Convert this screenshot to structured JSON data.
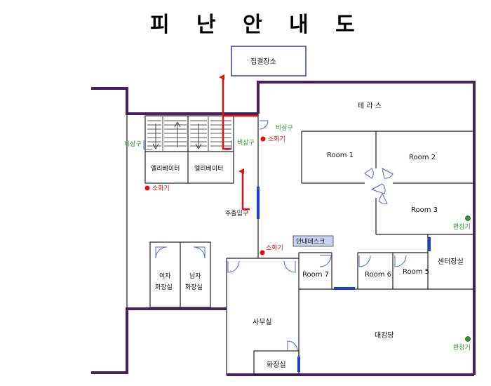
{
  "title": "피 난 안 내 도",
  "assembly_point": "집결장소",
  "rooms": {
    "terrace": "테 라 스",
    "room1": "Room  1",
    "room2": "Room    2",
    "room3": "Room    3",
    "room5": "Room 5",
    "room6": "Room 6",
    "room7": "Room 7",
    "center": "센터장실",
    "office": "사무실",
    "auditorium": "대강당",
    "restroom": "화장실",
    "womens_line1": "여자",
    "womens_line2": "화장실",
    "mens_line1": "남자",
    "mens_line2": "화장실",
    "elevator1": "엘리베이터",
    "elevator2": "엘리베이터",
    "info_desk": "안내데스크",
    "entrance": "주출입구"
  },
  "emergency_exit": "비상구",
  "extinguisher": "소화기",
  "ventilator": "환장기",
  "colors": {
    "wall": "#4a1f5e",
    "route": "#e01010",
    "door": "#1f3fd1",
    "extinguisher": "#e01010",
    "ventilator": "#2e9a2e",
    "exit_text": "#2e9a2e",
    "info_desk_bg": "#c7d3ef"
  }
}
